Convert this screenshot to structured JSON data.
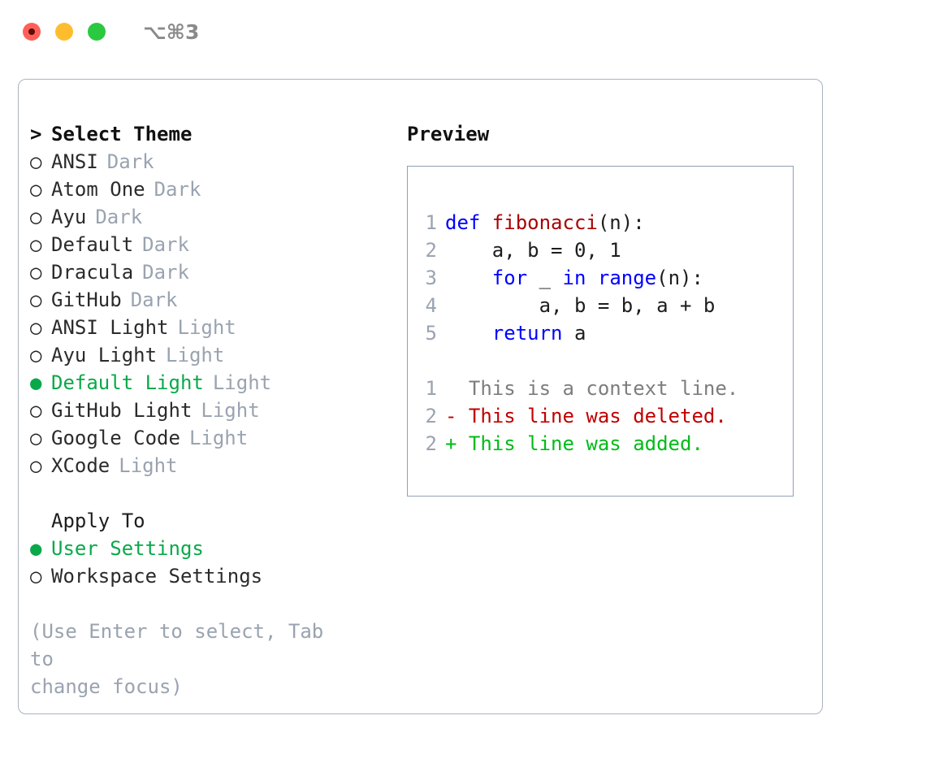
{
  "titlebar": {
    "shortcut": "⌥⌘3",
    "buttons": {
      "close": "close",
      "minimize": "minimize",
      "maximize": "maximize"
    }
  },
  "theme_list": {
    "header": "Select Theme",
    "header_marker": ">",
    "marker_unselected": "○",
    "marker_selected": "●",
    "items": [
      {
        "name": "ANSI",
        "tag": "Dark",
        "selected": false
      },
      {
        "name": "Atom One",
        "tag": "Dark",
        "selected": false
      },
      {
        "name": "Ayu",
        "tag": "Dark",
        "selected": false
      },
      {
        "name": "Default",
        "tag": "Dark",
        "selected": false
      },
      {
        "name": "Dracula",
        "tag": "Dark",
        "selected": false
      },
      {
        "name": "GitHub",
        "tag": "Dark",
        "selected": false
      },
      {
        "name": "ANSI Light",
        "tag": "Light",
        "selected": false
      },
      {
        "name": "Ayu Light",
        "tag": "Light",
        "selected": false
      },
      {
        "name": "Default Light",
        "tag": "Light",
        "selected": true
      },
      {
        "name": "GitHub Light",
        "tag": "Light",
        "selected": false
      },
      {
        "name": "Google Code",
        "tag": "Light",
        "selected": false
      },
      {
        "name": "XCode",
        "tag": "Light",
        "selected": false
      }
    ]
  },
  "apply_to": {
    "label": "Apply To",
    "items": [
      {
        "name": "User Settings",
        "selected": true
      },
      {
        "name": "Workspace Settings",
        "selected": false
      }
    ]
  },
  "help": {
    "line1": "(Use Enter to select, Tab to",
    "line2": "change focus)"
  },
  "preview": {
    "header": "Preview",
    "code_lines": [
      {
        "lineno": "1",
        "tokens": [
          {
            "text": "def ",
            "type": "keyword"
          },
          {
            "text": "fibonacci",
            "type": "function"
          },
          {
            "text": "(n):",
            "type": "plain"
          }
        ]
      },
      {
        "lineno": "2",
        "tokens": [
          {
            "text": "    a, b = 0, 1",
            "type": "plain"
          }
        ]
      },
      {
        "lineno": "3",
        "tokens": [
          {
            "text": "    ",
            "type": "plain"
          },
          {
            "text": "for",
            "type": "keyword"
          },
          {
            "text": " _ ",
            "type": "plain"
          },
          {
            "text": "in",
            "type": "keyword"
          },
          {
            "text": " ",
            "type": "plain"
          },
          {
            "text": "range",
            "type": "keyword"
          },
          {
            "text": "(n):",
            "type": "plain"
          }
        ]
      },
      {
        "lineno": "4",
        "tokens": [
          {
            "text": "        a, b = b, a + b",
            "type": "plain"
          }
        ]
      },
      {
        "lineno": "5",
        "tokens": [
          {
            "text": "    ",
            "type": "plain"
          },
          {
            "text": "return",
            "type": "keyword"
          },
          {
            "text": " a",
            "type": "plain"
          }
        ]
      }
    ],
    "diff_lines": [
      {
        "lineno": "1",
        "sign": " ",
        "text": "This is a context line.",
        "type": "context"
      },
      {
        "lineno": "2",
        "sign": "-",
        "text": "This line was deleted.",
        "type": "deleted"
      },
      {
        "lineno": "2",
        "sign": "+",
        "text": "This line was added.",
        "type": "added"
      }
    ]
  },
  "colors": {
    "accent_green": "#0aa84a",
    "muted": "#9aa3b0",
    "keyword_blue": "#0000ff",
    "function_red": "#a80000",
    "diff_deleted": "#c00000",
    "diff_added": "#00bb18",
    "panel_border": "#aab3c0"
  }
}
